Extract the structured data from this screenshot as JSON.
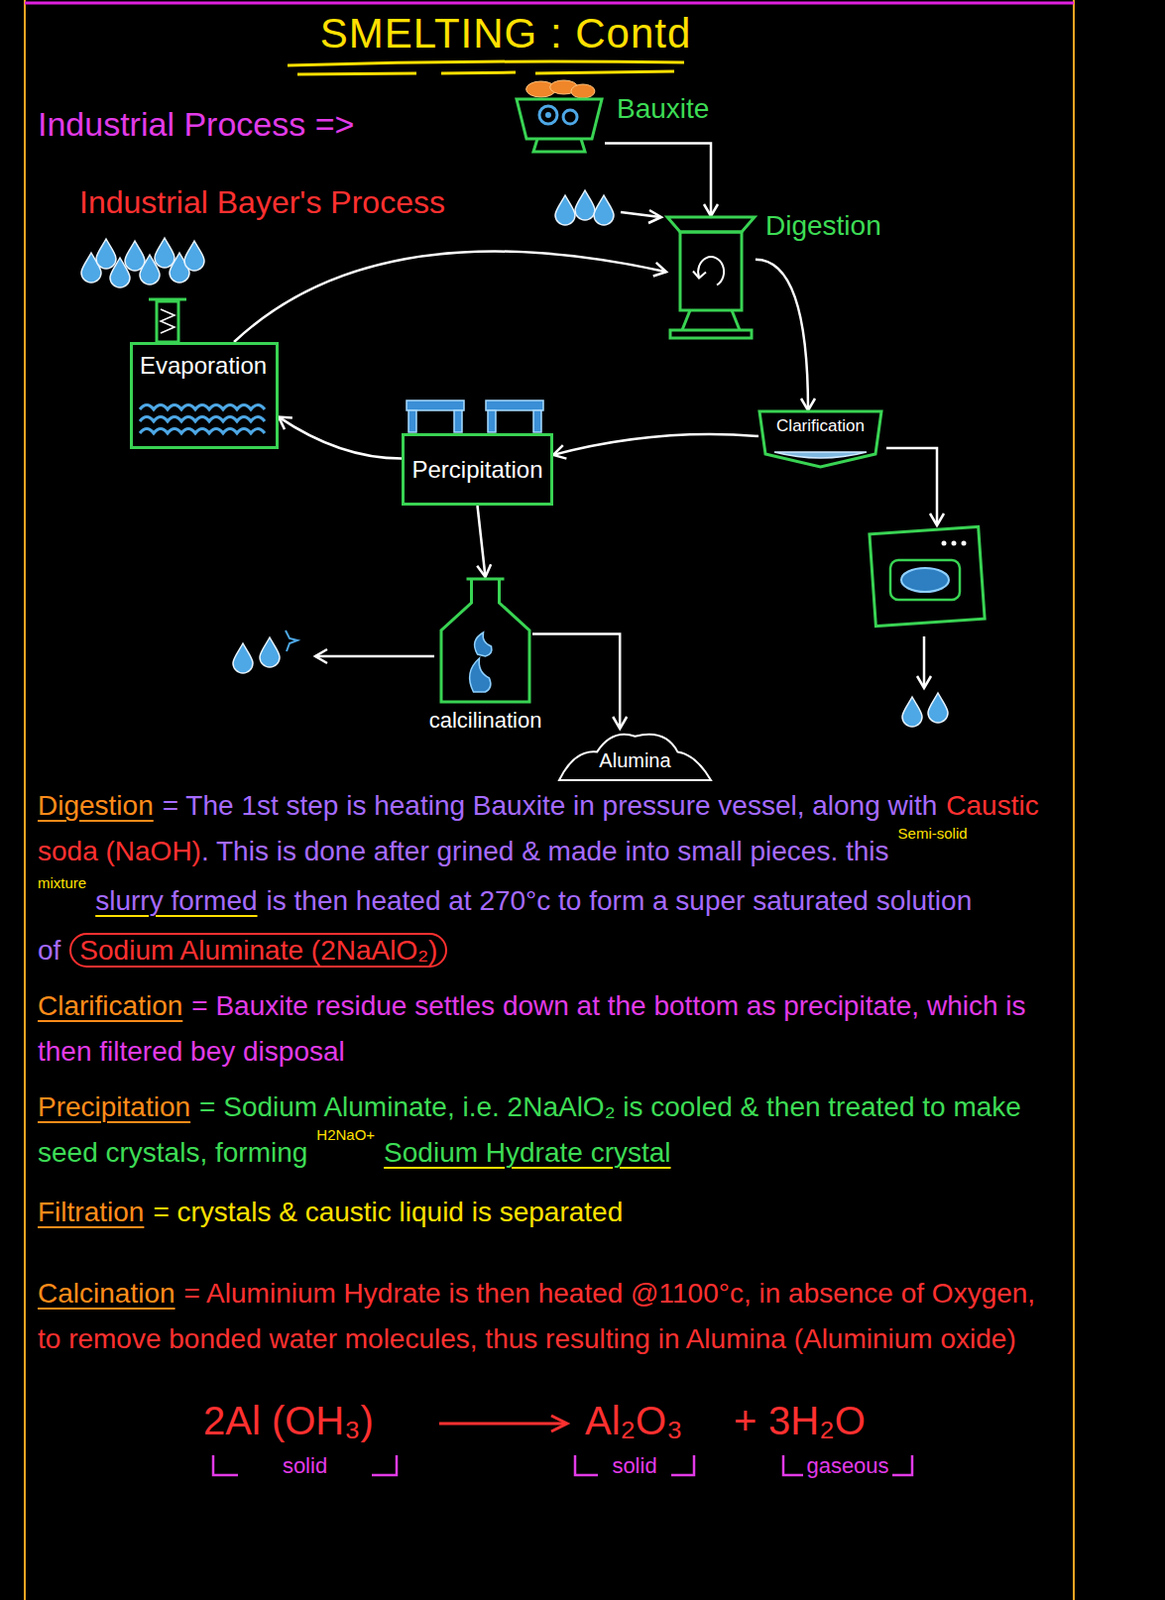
{
  "diagram": {
    "title": "SMELTING : Contd",
    "nodes": [
      {
        "text": [
          "Bauxite"
        ]
      },
      {
        "text": [
          "Digestion"
        ]
      },
      {
        "text": [
          "Evaporation"
        ]
      },
      {
        "text": [
          "Percipitation"
        ]
      },
      {
        "text": [
          "Clarification"
        ]
      },
      {
        "text": [
          "calcilination"
        ]
      },
      {
        "text": [
          "Alumina"
        ]
      }
    ],
    "edges": [
      {
        "from": 0,
        "to": 1,
        "arrow": "to"
      },
      {
        "from": 1,
        "to": 4,
        "arrow": "to"
      },
      {
        "from": 4,
        "to": 3,
        "arrow": "to"
      },
      {
        "from": 3,
        "to": 2,
        "arrow": "to"
      },
      {
        "from": 2,
        "to": 1,
        "arrow": "to"
      },
      {
        "from": 3,
        "to": 5,
        "arrow": "to"
      },
      {
        "from": 5,
        "to": 6,
        "arrow": "to"
      }
    ],
    "labels": [
      "Industrial Process =>",
      "Industrial Bayer's Process",
      "Digestion",
      "= The 1st step is heating Bauxite in pressure vessel, along with",
      "Caustic soda (NaOH)",
      ". This is done after grined & made into small pieces. this",
      "Semi-solid mixture",
      "slurry formed",
      "is then heated at 270°c to form a super saturated solution of",
      "Sodium Aluminate (2NaAlO₂)",
      "Clarification",
      "= Bauxite residue settles down at the bottom as precipitate, which is then filtered bey disposal",
      "Precipitation",
      "= Sodium Aluminate, i.e. 2NaAlO₂ is cooled & then treated to make seed crystals, forming",
      "H2NaO+",
      "Sodium Hydrate crystal",
      "Filtration",
      "= crystals & caustic liquid is separated",
      "Calcination",
      "= Aluminium Hydrate is then heated @1100°c, in absence of Oxygen, to remove bonded water molecules, thus resulting in Alumina (Aluminium oxide)",
      "2Al (OH₃)",
      "Al₂O₃",
      "+",
      "3H₂O",
      "solid",
      "solid",
      "gaseous"
    ]
  }
}
